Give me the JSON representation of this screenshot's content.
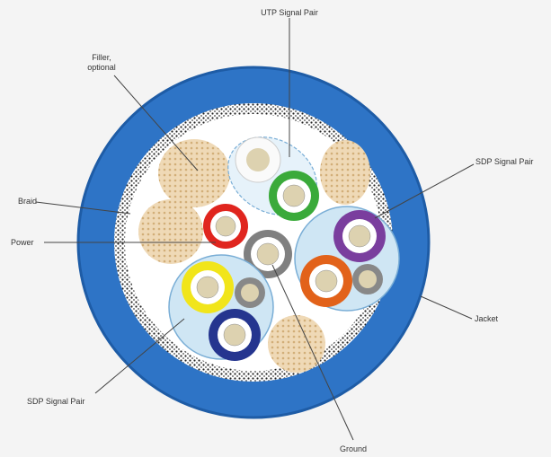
{
  "diagram": {
    "labels": {
      "utp_signal_pair": "UTP Signal Pair",
      "filler_line1": "Filler,",
      "filler_line2": "optional",
      "braid": "Braid",
      "power": "Power",
      "sdp_signal_pair_right": "SDP Signal Pair",
      "jacket": "Jacket",
      "sdp_signal_pair_left": "SDP Signal Pair",
      "ground": "Ground"
    },
    "colors": {
      "background": "#f4f4f4",
      "jacket": "#2e74c6",
      "jacket_dark": "#1e5ca6",
      "braid_ring": "#ffffff",
      "inner_fill": "#ffffff",
      "filler": "#efd9b6",
      "filler_dots": "#d2ae78",
      "pair_shield": "#cfe6f4",
      "pair_shield_edge": "#7aaed6",
      "utp_wire_white": "#fafafa",
      "utp_wire_green": "#3aaa3a",
      "power_wire": "#e0251e",
      "ground_wire": "#808080",
      "sdp_right_purple": "#7a3e9e",
      "sdp_right_orange": "#e2621a",
      "sdp_left_yellow": "#f1e51a",
      "sdp_left_navy": "#25358f",
      "drain_wire": "#888888",
      "conductor": "#ddd2b0",
      "leader_line": "#444444"
    }
  }
}
